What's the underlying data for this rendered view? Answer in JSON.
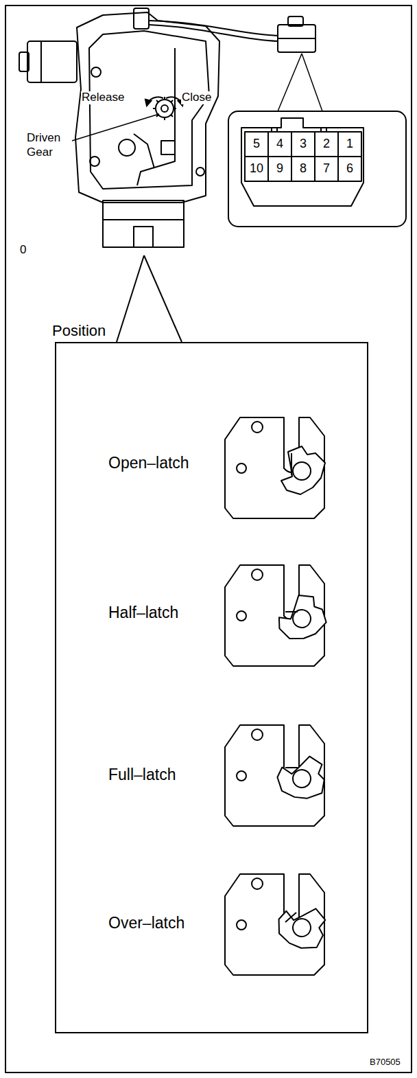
{
  "diagram": {
    "nodes": [
      {
        "text": [
          "Position"
        ]
      }
    ],
    "labels": [
      "Release",
      "Close",
      "Driven Gear",
      "5",
      "4",
      "3",
      "2",
      "1",
      "10",
      "9",
      "8",
      "7",
      "6",
      "0",
      "Open–latch",
      "Half–latch",
      "Full–latch",
      "Over–latch",
      "B70505"
    ]
  }
}
